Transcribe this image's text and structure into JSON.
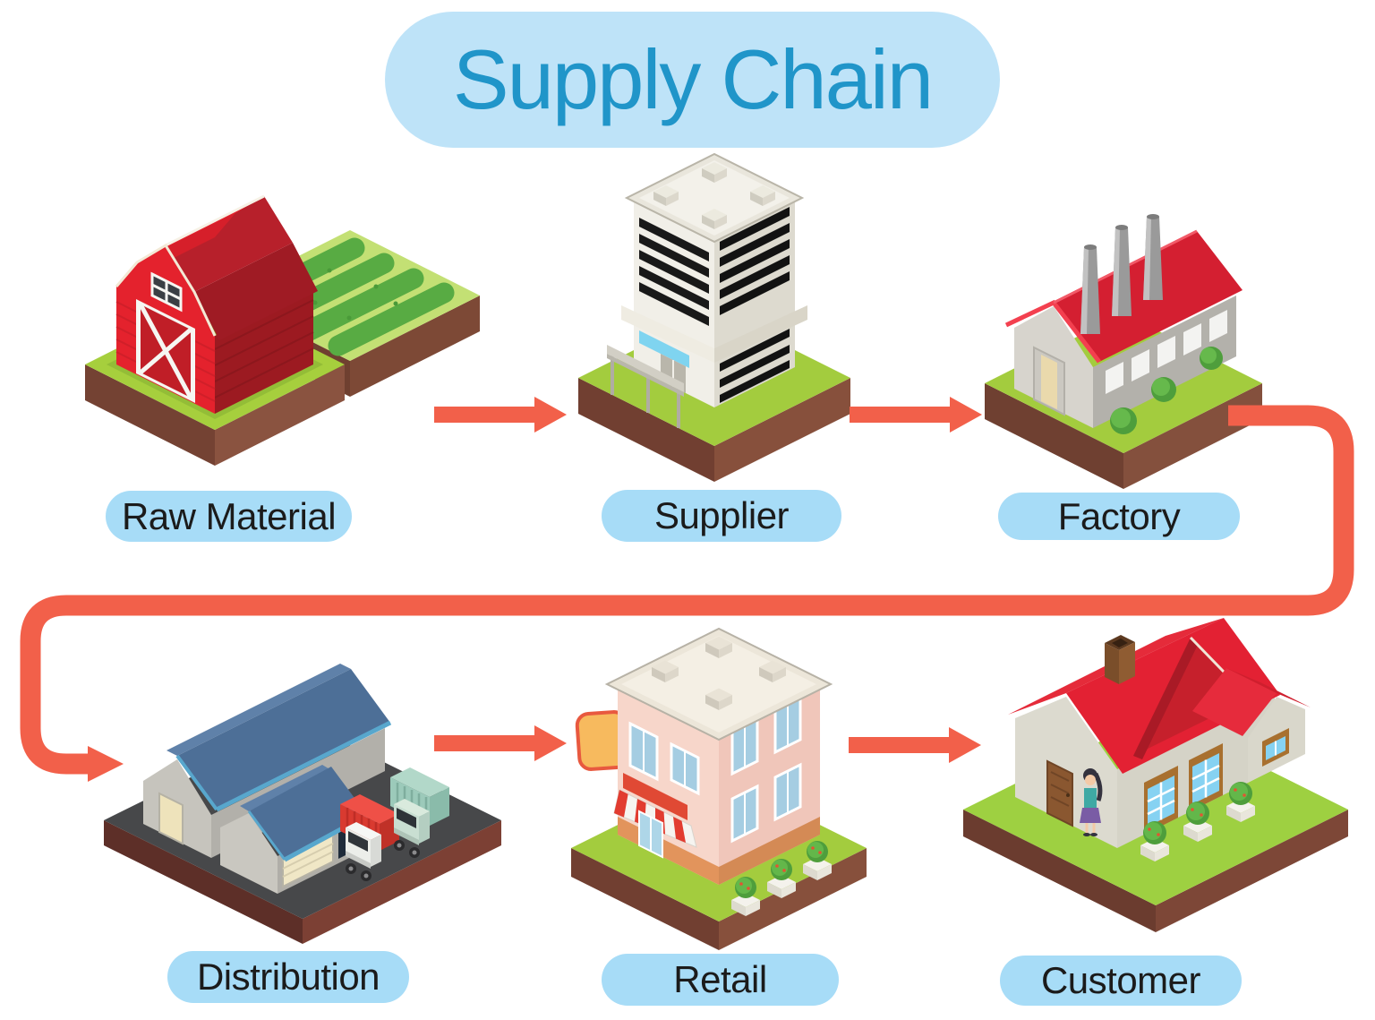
{
  "title": "Supply Chain",
  "diagram_type": "supply-chain-flow",
  "nodes": [
    {
      "id": "raw-material",
      "label": "Raw Material",
      "illustration": "red-barn-with-crop-field"
    },
    {
      "id": "supplier",
      "label": "Supplier",
      "illustration": "office-tower-building"
    },
    {
      "id": "factory",
      "label": "Factory",
      "illustration": "factory-with-smokestacks"
    },
    {
      "id": "distribution",
      "label": "Distribution",
      "illustration": "warehouse-with-containers-and-trucks"
    },
    {
      "id": "retail",
      "label": "Retail",
      "illustration": "retail-shop-with-awning-and-sign"
    },
    {
      "id": "customer",
      "label": "Customer",
      "illustration": "house-with-person"
    }
  ],
  "edges": [
    {
      "from": "Raw Material",
      "to": "Supplier"
    },
    {
      "from": "Supplier",
      "to": "Factory"
    },
    {
      "from": "Factory",
      "to": "Distribution"
    },
    {
      "from": "Distribution",
      "to": "Retail"
    },
    {
      "from": "Retail",
      "to": "Customer"
    }
  ],
  "colors": {
    "background": "#ffffff",
    "title_text": "#2095c9",
    "title_pill": "#bee3f8",
    "label_pill": "#a7dcf7",
    "label_text": "#1b1b1b",
    "arrow": "#f2604a",
    "grass": "#a3cc3e",
    "dirt": "#7d4936",
    "barn_red": "#e4222d",
    "factory_roof_red": "#ea2136",
    "warehouse_roof_blue": "#4d6f97",
    "asphalt": "#47484a",
    "retail_pink": "#f7d6ca",
    "house_roof_red": "#e32133"
  }
}
